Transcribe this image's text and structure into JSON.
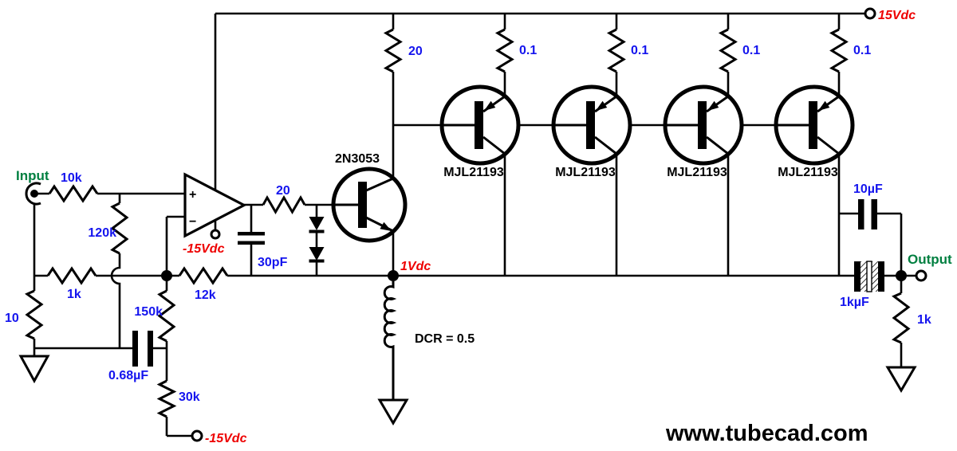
{
  "colors": {
    "value-label": "#1414ee",
    "supply-label": "#ee0000",
    "io-label": "#007f40",
    "device-label": "#000000",
    "wire": "#000000",
    "background": "#ffffff"
  },
  "io": {
    "input": "Input",
    "output": "Output"
  },
  "power": {
    "positive_rail": "15Vdc",
    "negative_opamp": "-15Vdc",
    "negative_bottom": "-15Vdc",
    "output_dc": "1Vdc"
  },
  "opamp": {
    "plus": "+",
    "minus": "−"
  },
  "input_stage": {
    "r_series": "10k",
    "r_bias": "120k",
    "r_fb_gnd": "1k",
    "r_input_gnd": "10",
    "r_feedback": "12k",
    "r_servo_top": "150k",
    "c_servo": "0.68µF",
    "r_servo_bottom": "30k"
  },
  "vas": {
    "r_top": "20",
    "r_base": "20",
    "c_comp": "30pF",
    "q_driver": "2N3053"
  },
  "output_stage": {
    "transistors": [
      "MJL21193",
      "MJL21193",
      "MJL21193",
      "MJL21193"
    ],
    "emitter_resistors": [
      "0.1",
      "0.1",
      "0.1",
      "0.1"
    ],
    "inductor_label": "DCR = 0.5",
    "c_out_small": "10µF",
    "c_out_big": "1kµF",
    "r_load": "1k"
  },
  "footer": {
    "site": "www.tubecad.com"
  }
}
